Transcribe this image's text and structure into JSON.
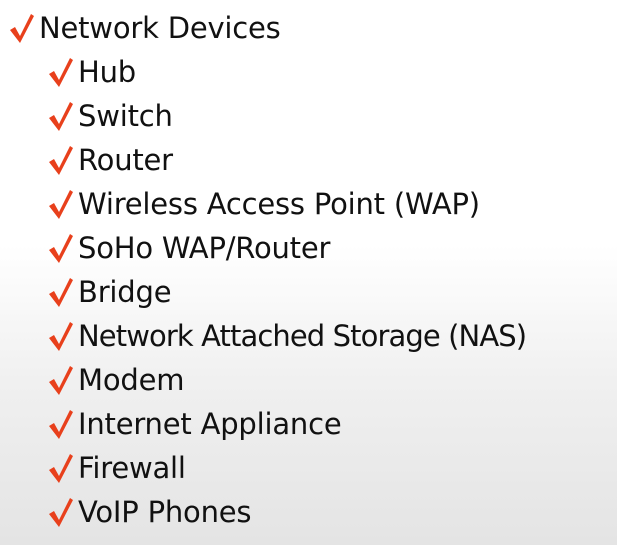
{
  "accent_color": "#e8401c",
  "title": "Network Devices",
  "items": [
    "Hub",
    "Switch",
    "Router",
    "Wireless Access Point (WAP)",
    "SoHo WAP/Router",
    "Bridge",
    "Network Attached Storage (NAS)",
    "Modem",
    "Internet Appliance",
    "Firewall",
    "VoIP Phones"
  ],
  "bullet_icon": "checkmark-icon"
}
